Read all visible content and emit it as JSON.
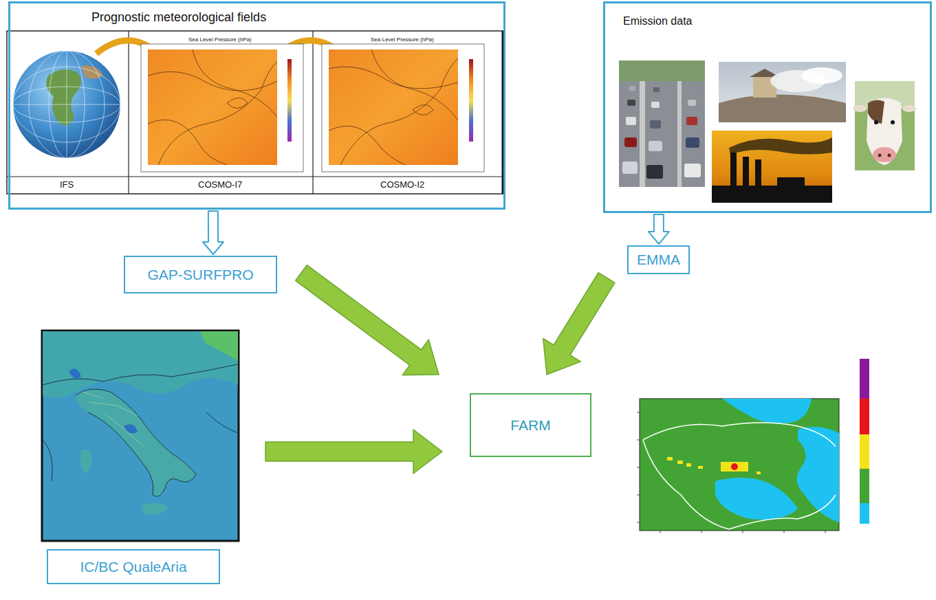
{
  "diagram": {
    "nodes": [
      {
        "text": [
          "Prognostic meteorological fields"
        ]
      },
      {
        "text": [
          "Emission data"
        ]
      },
      {
        "text": [
          "GAP-SURFPRO"
        ]
      },
      {
        "text": [
          "EMMA"
        ]
      },
      {
        "text": [
          "FARM"
        ]
      },
      {
        "text": [
          "IC/BC QualeAria"
        ]
      }
    ],
    "edges": [
      {
        "from": 0,
        "to": 2,
        "arrow": "to"
      },
      {
        "from": 1,
        "to": 3,
        "arrow": "to"
      },
      {
        "from": 2,
        "to": 4,
        "arrow": "to"
      },
      {
        "from": 3,
        "to": 4,
        "arrow": "to"
      },
      {
        "from": 5,
        "to": 4,
        "arrow": "to"
      }
    ],
    "labels": [
      "IFS",
      "COSMO-I7",
      "COSMO-I2",
      "Sea Level Pressure (hPa)",
      "Sea Level Pressure (hPa)"
    ]
  }
}
